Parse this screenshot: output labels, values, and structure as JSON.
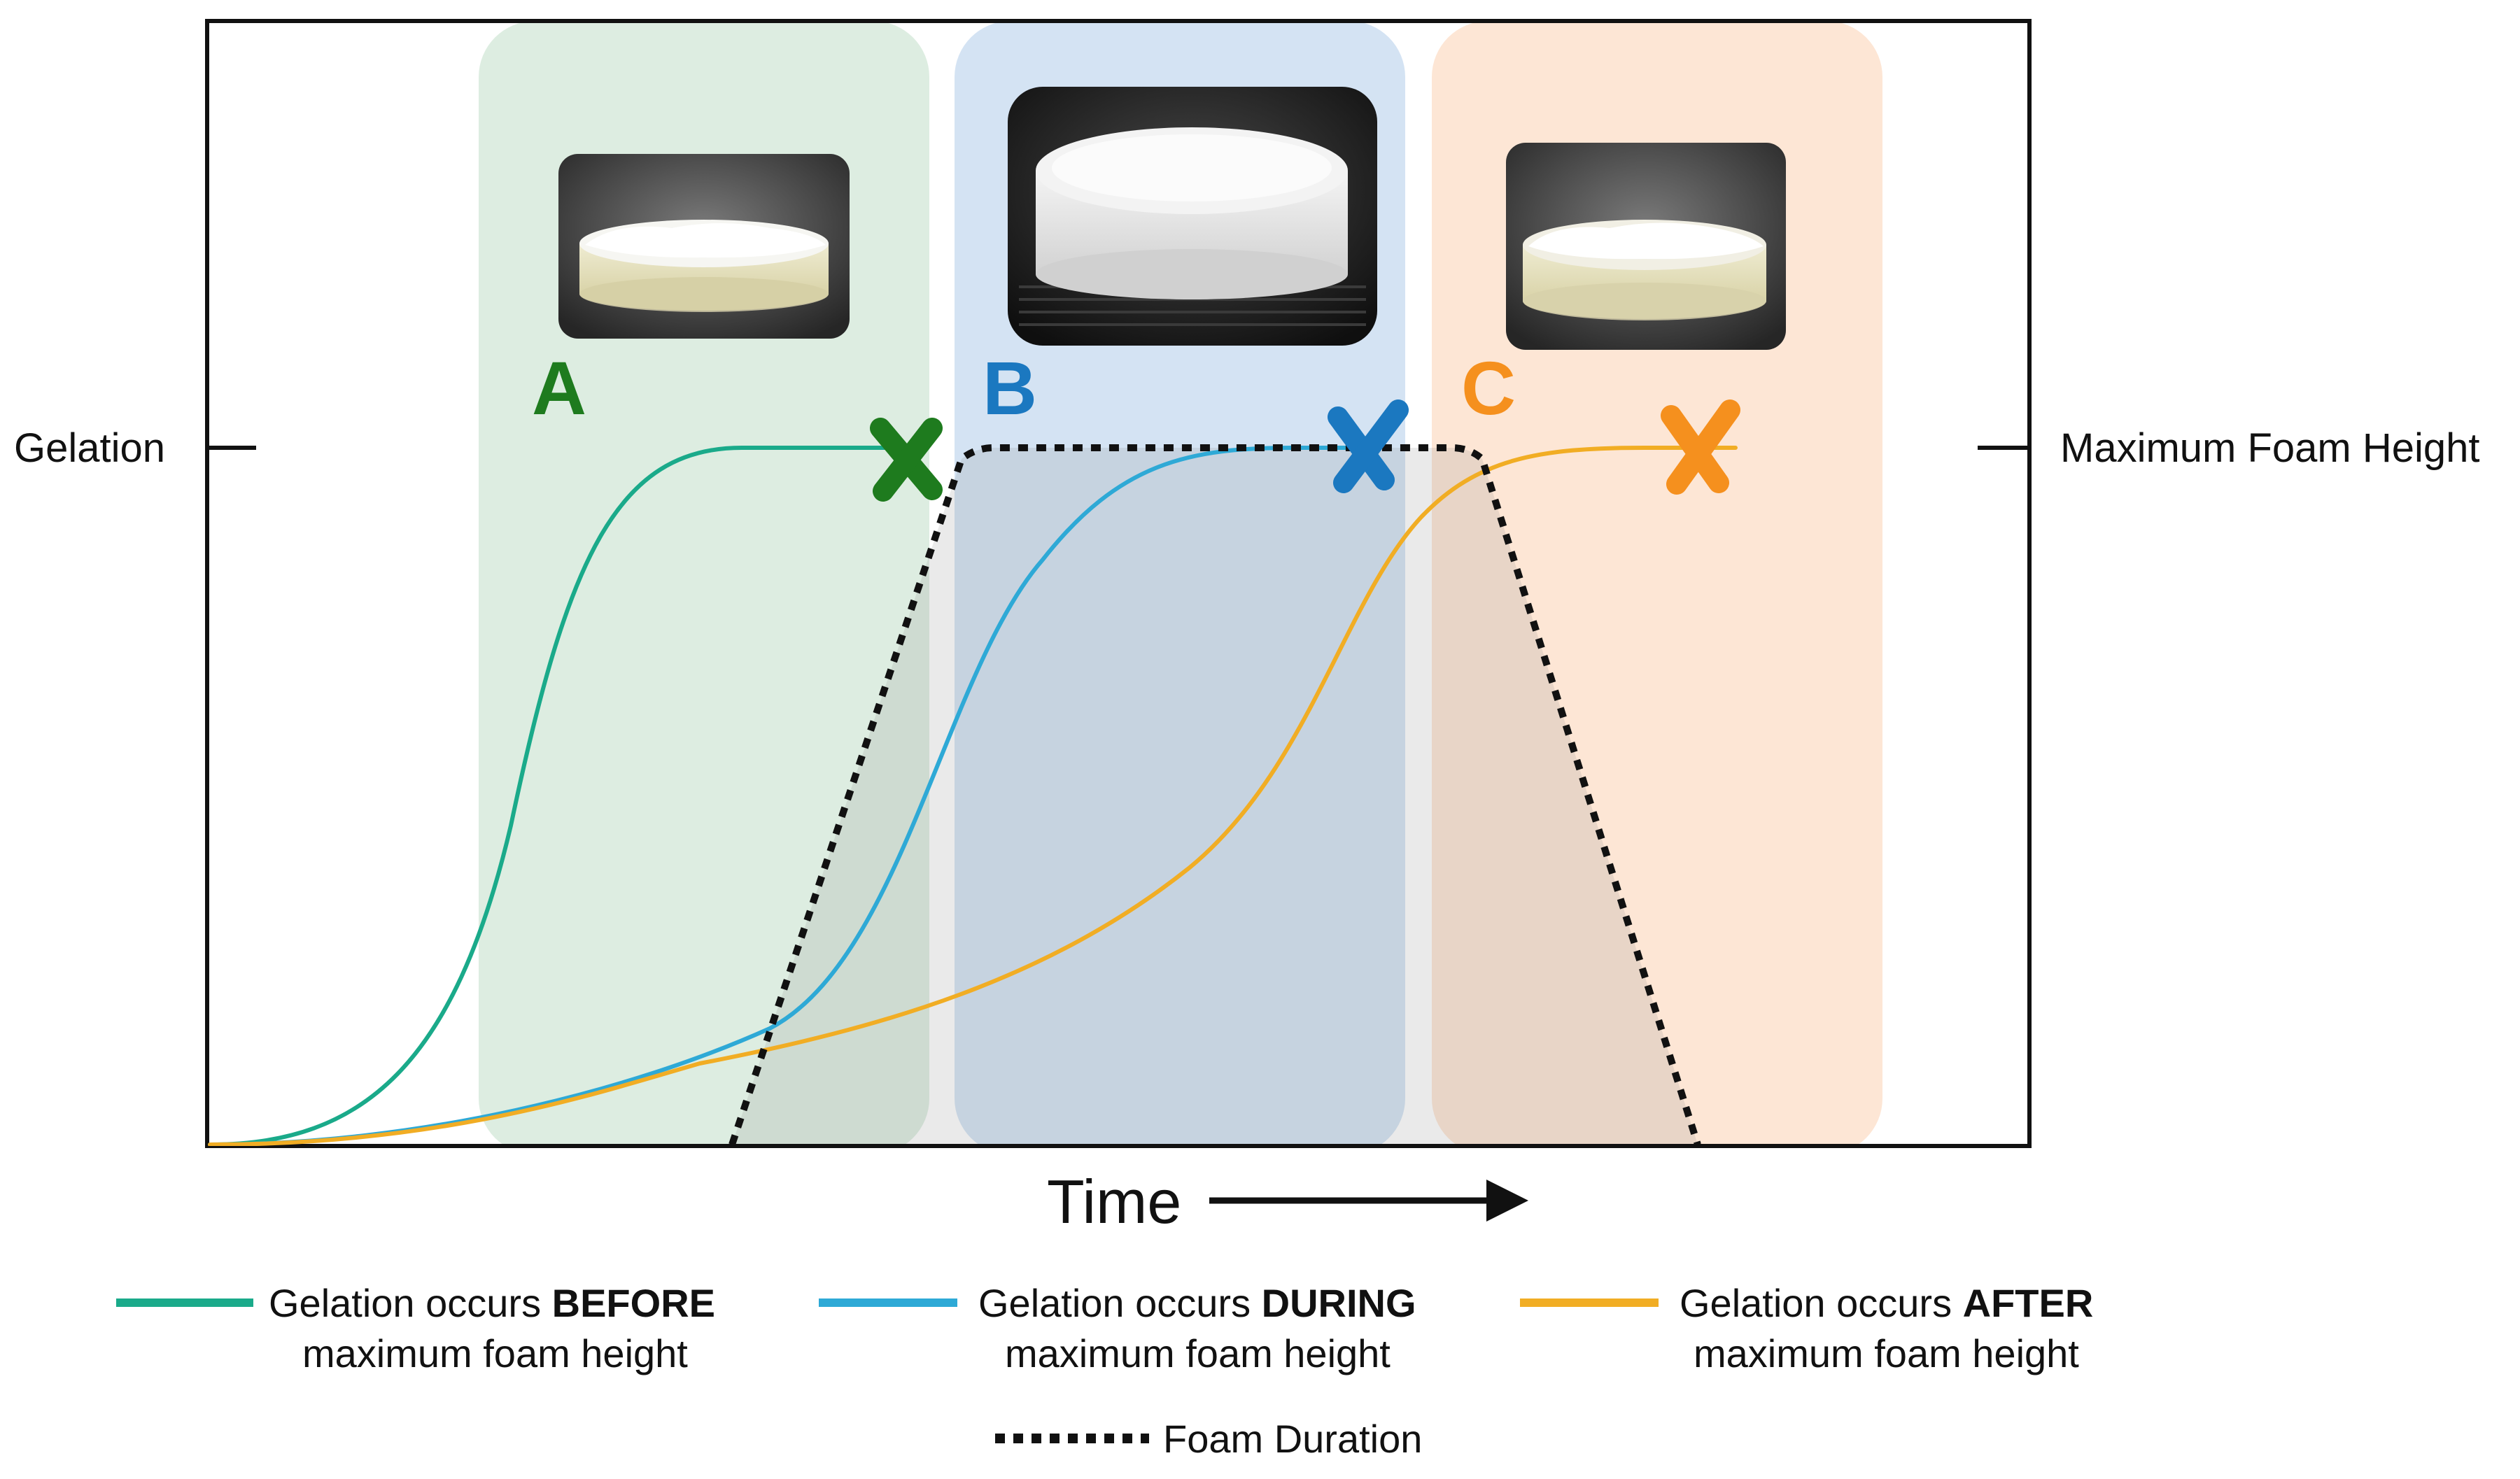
{
  "axis": {
    "left_label": "Gelation",
    "right_label": "Maximum Foam Height",
    "x_label": "Time"
  },
  "zones": [
    {
      "letter": "A",
      "color": "#1e7b1e",
      "fill": "#cfe6d4"
    },
    {
      "letter": "B",
      "color": "#1b78c0",
      "fill": "#c8dcef"
    },
    {
      "letter": "C",
      "color": "#f5901e",
      "fill": "#fde0c9"
    }
  ],
  "curves": [
    {
      "name": "before",
      "color": "#1aaa8a"
    },
    {
      "name": "during",
      "color": "#2ea9d6"
    },
    {
      "name": "after",
      "color": "#f1ad24"
    },
    {
      "name": "foam-duration",
      "color": "#111111"
    }
  ],
  "legend": {
    "before": {
      "line1_prefix": "Gelation occurs ",
      "line1_bold": "BEFORE",
      "line2": "maximum foam height"
    },
    "during": {
      "line1_prefix": "Gelation occurs ",
      "line1_bold": "DURING",
      "line2": "maximum foam height"
    },
    "after": {
      "line1_prefix": "Gelation occurs ",
      "line1_bold": "AFTER",
      "line2": "maximum foam height"
    },
    "foam": "Foam Duration"
  },
  "icons": [
    "foam-sample-photo",
    "gel-point-x-icon",
    "arrow-right-icon"
  ]
}
